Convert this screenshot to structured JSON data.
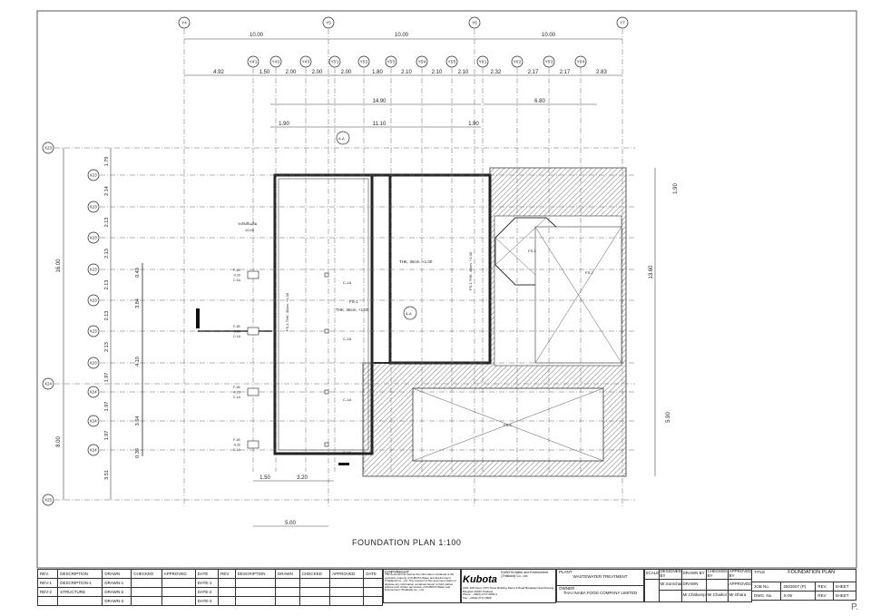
{
  "grid": {
    "main_cols": [
      "Y4",
      "Y5",
      "Y6",
      "Y7"
    ],
    "main_dims": [
      "10.00",
      "10.00",
      "10.00"
    ],
    "sub_cols": [
      "Y4'1",
      "Y4'2",
      "Y4'3",
      "Y5'1",
      "Y5'2",
      "Y5'3",
      "Y5'4",
      "Y5'5",
      "Y6'1",
      "Y6'2",
      "Y6'3",
      "Y6'4"
    ],
    "sub_dims": [
      "4.92",
      "1.50",
      "2.00",
      "2.00",
      "2.00",
      "1.80",
      "2.10",
      "2.10",
      "2.10",
      "2.32",
      "2.17",
      "2.17",
      "2.83"
    ],
    "overall_dims": [
      "14.90",
      "6.80"
    ],
    "inner_dims": [
      "1.90",
      "11.10",
      "1.90"
    ],
    "main_rows": [
      "X23",
      "X24",
      "X25"
    ],
    "main_row_dims": [
      "16.00",
      "8.00"
    ],
    "sub_rows": [
      "X23'",
      "X23'",
      "X23'",
      "X23'",
      "X23'",
      "X23'",
      "X23'",
      "X24'",
      "X24'",
      "X24'"
    ],
    "sub_row_dims": [
      "1.79",
      "2.14",
      "2.13",
      "2.13",
      "2.13",
      "2.13",
      "2.13",
      "1.97",
      "1.97",
      "1.97",
      "3.51"
    ],
    "footing_dims": [
      "0.43",
      "3.84",
      "4.10",
      "3.54",
      "0.39"
    ],
    "right_dims": [
      "1.90",
      "13.60",
      "5.90"
    ],
    "bottom_dims": [
      "1.50",
      "3.20",
      "5.00"
    ]
  },
  "labels": {
    "level": "ระดับดินเดิม",
    "level_value": "±0.00",
    "footing": "F-1B",
    "footing_level": "-0.20",
    "column": "C-1A",
    "slab1": "FS-1",
    "slab1_thk": "THK. 35cm. +1.00",
    "slab_side": "FS-1 THK. 40cm. +1.00",
    "section": "A-A",
    "tank1": "FS-2",
    "tank2": "FS-3",
    "tank3": "FS-2"
  },
  "drawing_title": "FOUNDATION PLAN  1:100",
  "revisions": {
    "headers": [
      "REV.",
      "DESCRIPTION",
      "DRAWN",
      "CHECKED",
      "APPROVED",
      "DATE"
    ],
    "rows": [
      {
        "rev": "REV-1",
        "desc": "DESCRIPTION-1",
        "drawn": "DRAWN-1",
        "date": "DATE-1"
      },
      {
        "rev": "REV-2",
        "desc": "STRUCTURE",
        "drawn": "DRAWN-2",
        "date": "DATE-2"
      },
      {
        "rev": "",
        "desc": "",
        "drawn": "DRAWN-3",
        "date": "DATE-3"
      }
    ]
  },
  "copyright": {
    "title": "COPYRIGHT",
    "text": "This document as well as the information contained is the exclusive property of KUBOTA Water and Environment (Thailand) Co., Ltd. The recipient of this document shall not disclose any information contained herein to third parties without prior written permission of KUBOTA Water and Environment (Thailand) Co., Ltd."
  },
  "company": {
    "logo": "Kubota",
    "name": "KUBOTA Water and Environment (Thailand) Co., Ltd.",
    "address": "2101 10th Floor, KPN Tower Building Rama 9 Road Bangkapi Huai Khwang Bangkok 10320 Thailand",
    "phone": "Phone : +66(0)-2717-0800-4",
    "fax": "Fax : +66(0)-2717-0809"
  },
  "plant": {
    "label": "PLANT",
    "value": "WASTEWATER TREATMENT"
  },
  "owner": {
    "label": "OWNER",
    "value": "THAI INABA FOOD COMPANY LIMITED"
  },
  "signoff": {
    "scale": "SCALE",
    "designed": "DESIGNED BY",
    "drawn": "DRAWN BY",
    "checked": "CHECKED BY",
    "approved": "APPROVED BY",
    "designed_name": "Mr.Somchai",
    "drawn_val": "DRAWN",
    "drawn_name": "Mr.Chitkumpon",
    "checked_name": "Mr.Chaikol",
    "approved_val": "APPROVED",
    "approved_name": "Mr.Ohara"
  },
  "title_block": {
    "title_label": "TITLE",
    "title": "FOUNDATION PLAN",
    "job_label": "JOB No.",
    "job": "2503007 (P)",
    "dwg_label": "DWG. No.",
    "dwg": "S-09",
    "rev": "REV.",
    "sheet": "SHEET",
    "rev2": "REV",
    "sheet2": "SHEET"
  },
  "page_mark": "P."
}
